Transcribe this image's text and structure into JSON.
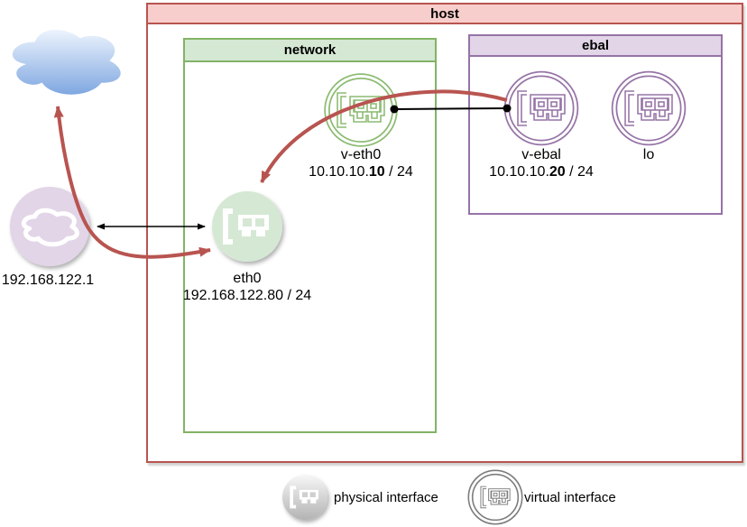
{
  "containers": {
    "host": {
      "title": "host"
    },
    "network": {
      "title": "network"
    },
    "ebal": {
      "title": "ebal"
    }
  },
  "nodes": {
    "internet": {
      "icon": "cloud-icon"
    },
    "gateway": {
      "icon": "cloud-icon",
      "label": "192.168.122.1"
    },
    "eth0": {
      "icon": "nic-icon",
      "label": "eth0",
      "address": "192.168.122.80 / 24"
    },
    "veth0": {
      "icon": "nic-icon",
      "label": "v-eth0",
      "address_prefix": "10.10.10.",
      "address_host": "10",
      "address_suffix": " / 24"
    },
    "vebal": {
      "icon": "nic-icon",
      "label": "v-ebal",
      "address_prefix": "10.10.10.",
      "address_host": "20",
      "address_suffix": " / 24"
    },
    "lo": {
      "icon": "nic-icon",
      "label": "lo"
    }
  },
  "legend": {
    "physical": {
      "label": "physical interface"
    },
    "virtual": {
      "label": "virtual interface"
    }
  },
  "colors": {
    "host_border": "#b85450",
    "host_header_fill": "#f8cecc",
    "network_border": "#82b366",
    "network_header_fill": "#d5e8d4",
    "ebal_border": "#9673a6",
    "ebal_header_fill": "#e1d5e7",
    "flow_arrow_red": "#b85450",
    "physical_node_fill": "#d5e8d4",
    "gateway_node_fill": "#e1d5e7",
    "virtual_green": "#8cbb72",
    "virtual_purple": "#9673a6",
    "cloud_blue_top": "#e8f1fd",
    "cloud_blue_bottom": "#7ea6e0",
    "legend_gray": "#7d7d7d",
    "connector_black": "#000000"
  }
}
